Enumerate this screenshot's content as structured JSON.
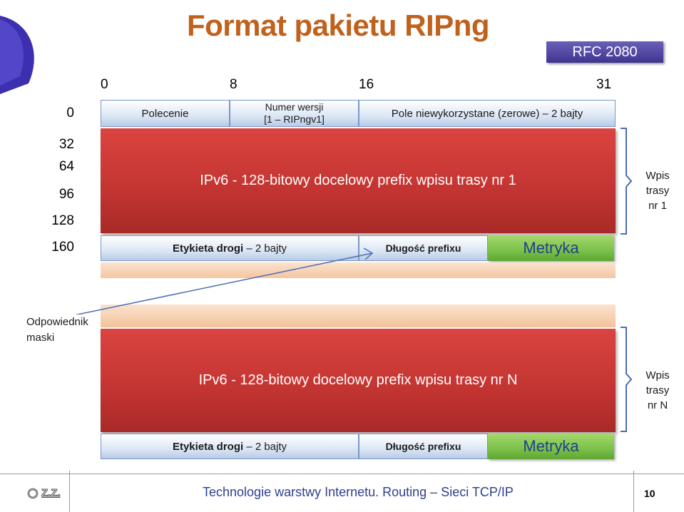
{
  "title": "Format pakietu RIPng",
  "rfc": "RFC 2080",
  "ruler": [
    "0",
    "8",
    "16",
    "31"
  ],
  "row_numbers": [
    "0",
    "32",
    "64",
    "96",
    "128",
    "160"
  ],
  "header": {
    "command": "Polecenie",
    "version_line1": "Numer wersji",
    "version_line2": "[1 – RIPngv1]",
    "unused": "Pole niewykorzystane (zerowe) – 2 bajty"
  },
  "entry1": {
    "prefix": "IPv6 - 128-bitowy docelowy prefix wpisu trasy nr 1",
    "tag_bold": "Etykieta drogi",
    "tag_rest": " – 2 bajty",
    "prefix_len": "Długość prefixu",
    "metric": "Metryka",
    "brace_label": [
      "Wpis",
      "trasy",
      "nr 1"
    ]
  },
  "mask_label": [
    "Odpowiednik",
    "maski"
  ],
  "entryN": {
    "prefix": "IPv6 - 128-bitowy docelowy prefix wpisu trasy nr N",
    "tag_bold": "Etykieta drogi",
    "tag_rest": " – 2 bajty",
    "prefix_len": "Długość prefixu",
    "metric": "Metryka",
    "brace_label": [
      "Wpis",
      "trasy",
      "nr N"
    ]
  },
  "footer": {
    "logo": "Z.Z.",
    "text": "Technologie warstwy Internetu. Routing – Sieci  TCP/IP",
    "page": "10"
  },
  "colors": {
    "title": "#c0611c",
    "red_block": "#c23431",
    "green_block": "#7bc14a",
    "blue_field": "#dce7f5",
    "footer_text": "#2f3f8f"
  }
}
